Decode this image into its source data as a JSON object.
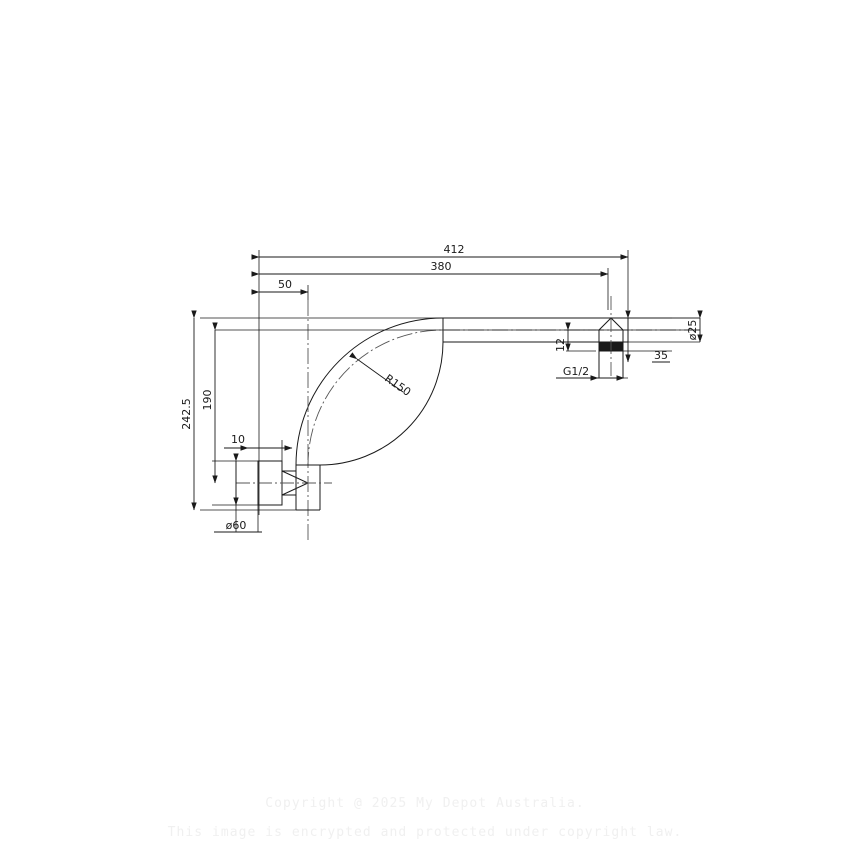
{
  "meta": {
    "drawing_type": "technical-dimension-drawing",
    "subject": "wall mounted curved shower arm",
    "units": "mm",
    "line_color": "#1a1a1a",
    "background": "#ffffff",
    "watermark_color": "#f0f0f0"
  },
  "dimensions": {
    "overall_length": "412",
    "length_to_outlet_centre": "380",
    "wall_offset": "50",
    "overall_height": "242.5",
    "height_to_centreline": "190",
    "flange_depth": "10",
    "flange_diameter": "ø60",
    "radius": "R150",
    "outlet_drop": "12",
    "outlet_to_end": "35",
    "thread": "G1/2",
    "pipe_diameter": "ø25"
  },
  "labels": [
    {
      "id": "dim-412",
      "text": "412",
      "orientation": "horizontal"
    },
    {
      "id": "dim-380",
      "text": "380",
      "orientation": "horizontal"
    },
    {
      "id": "dim-50",
      "text": "50",
      "orientation": "horizontal"
    },
    {
      "id": "dim-242-5",
      "text": "242.5",
      "orientation": "vertical"
    },
    {
      "id": "dim-190",
      "text": "190",
      "orientation": "vertical"
    },
    {
      "id": "dim-10",
      "text": "10",
      "orientation": "horizontal"
    },
    {
      "id": "dim-d60",
      "text": "ø60",
      "orientation": "horizontal"
    },
    {
      "id": "dim-r150",
      "text": "R150",
      "orientation": "rotated"
    },
    {
      "id": "dim-12",
      "text": "12",
      "orientation": "vertical"
    },
    {
      "id": "dim-35",
      "text": "35",
      "orientation": "horizontal"
    },
    {
      "id": "dim-g12",
      "text": "G1/2",
      "orientation": "horizontal"
    },
    {
      "id": "dim-d25",
      "text": "ø25",
      "orientation": "vertical"
    }
  ],
  "watermark": {
    "line1": "Copyright @ 2025 My Depot Australia.",
    "line2": "This image is encrypted and protected under copyright law."
  }
}
